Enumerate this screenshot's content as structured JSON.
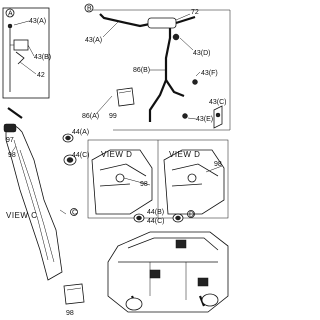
{
  "diagram": {
    "callouts": {
      "a": "A",
      "b": "B",
      "c": "C",
      "d": "D"
    },
    "labels": {
      "l43a_top": "43(A)",
      "l43b": "43(B)",
      "l42": "42",
      "l43a_mid": "43(A)",
      "l72": "72",
      "l43d": "43(D)",
      "l86b": "86(B)",
      "l43f": "43(F)",
      "l86a": "86(A)",
      "l99": "99",
      "l43e": "43(E)",
      "l43c_right": "43(C)",
      "l97": "97",
      "l98_left": "98",
      "l44a_left": "44(A)",
      "l44c_left": "44(C)",
      "l98_mid": "98",
      "l98_right": "98",
      "l44b": "44(B)",
      "l44c_lower": "44(C)",
      "l98_bottom": "98"
    },
    "views": {
      "view_c": "VIEW C",
      "view_d_left": "VIEW D",
      "view_d_right": "VIEW D"
    }
  }
}
